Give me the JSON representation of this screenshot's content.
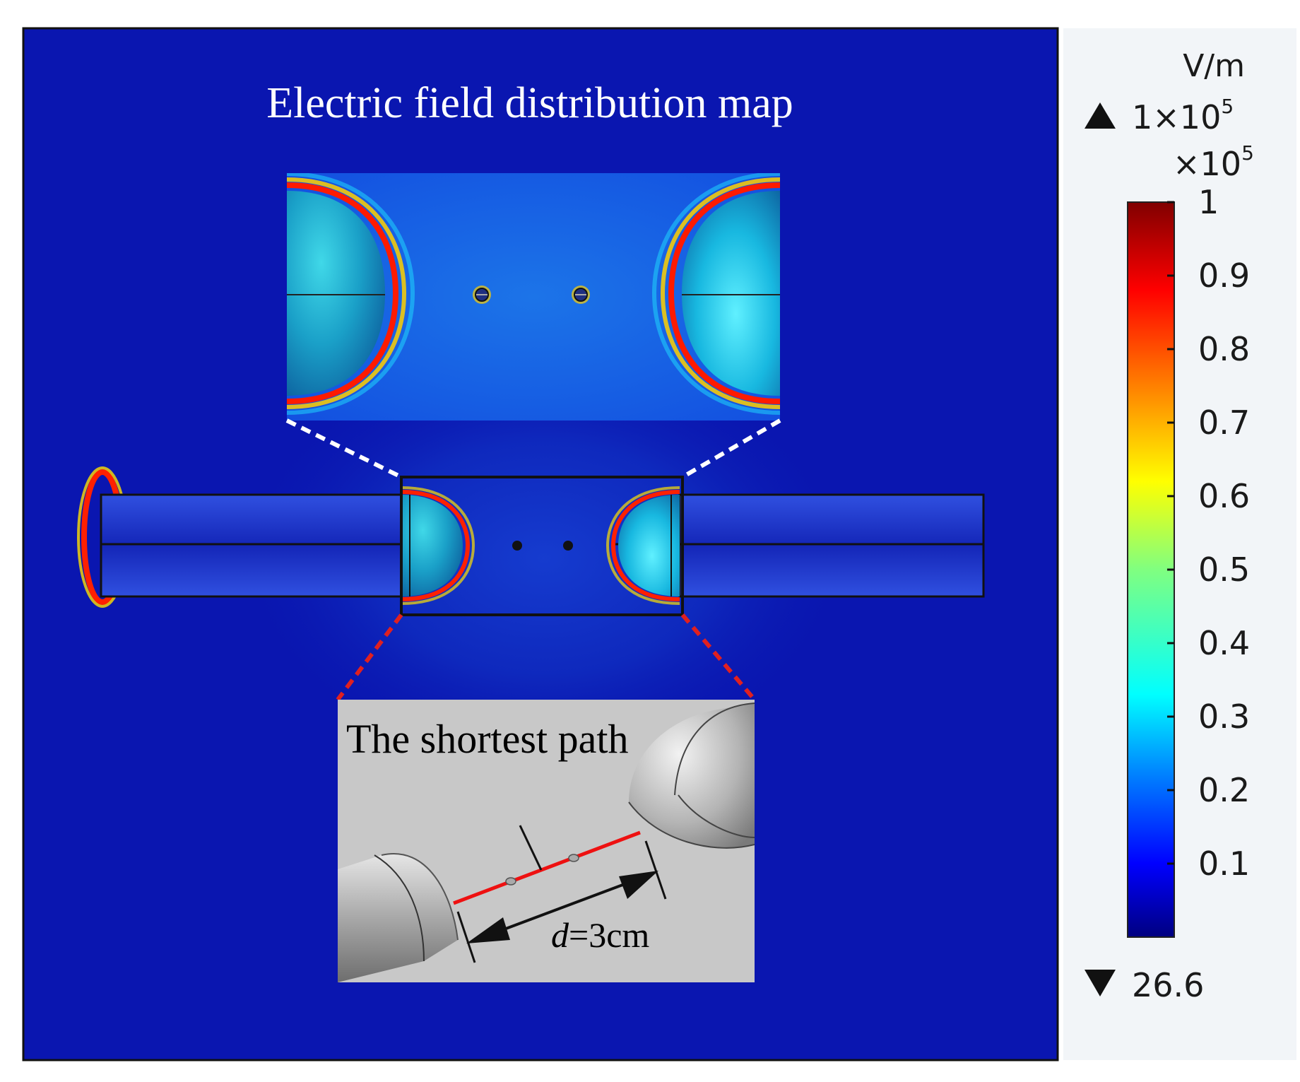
{
  "title": "Electric field distribution map",
  "inset_label": "The shortest path",
  "distance": {
    "symbol": "d",
    "value": "=3cm"
  },
  "colorbar": {
    "unit": "V/m",
    "max_marker": "1×10",
    "max_exponent": "5",
    "multiplier": "×10",
    "multiplier_exponent": "5",
    "min_marker": "26.6",
    "ticks": [
      "1",
      "0.9",
      "0.8",
      "0.7",
      "0.6",
      "0.5",
      "0.4",
      "0.3",
      "0.2",
      "0.1"
    ],
    "tick_values": [
      1,
      0.9,
      0.8,
      0.7,
      0.6,
      0.5,
      0.4,
      0.3,
      0.2,
      0.1
    ],
    "range": [
      0,
      1
    ],
    "colors": [
      "#000080",
      "#0000ff",
      "#0080ff",
      "#00ffff",
      "#80ff80",
      "#ffff00",
      "#ff8000",
      "#ff0000",
      "#800000"
    ]
  },
  "colors": {
    "field_background": "#0a16b0",
    "connector_top": "#ffffff",
    "connector_bottom": "#e02020",
    "shortest_path": "#ee1111",
    "inset_background": "#c8c8c8"
  }
}
